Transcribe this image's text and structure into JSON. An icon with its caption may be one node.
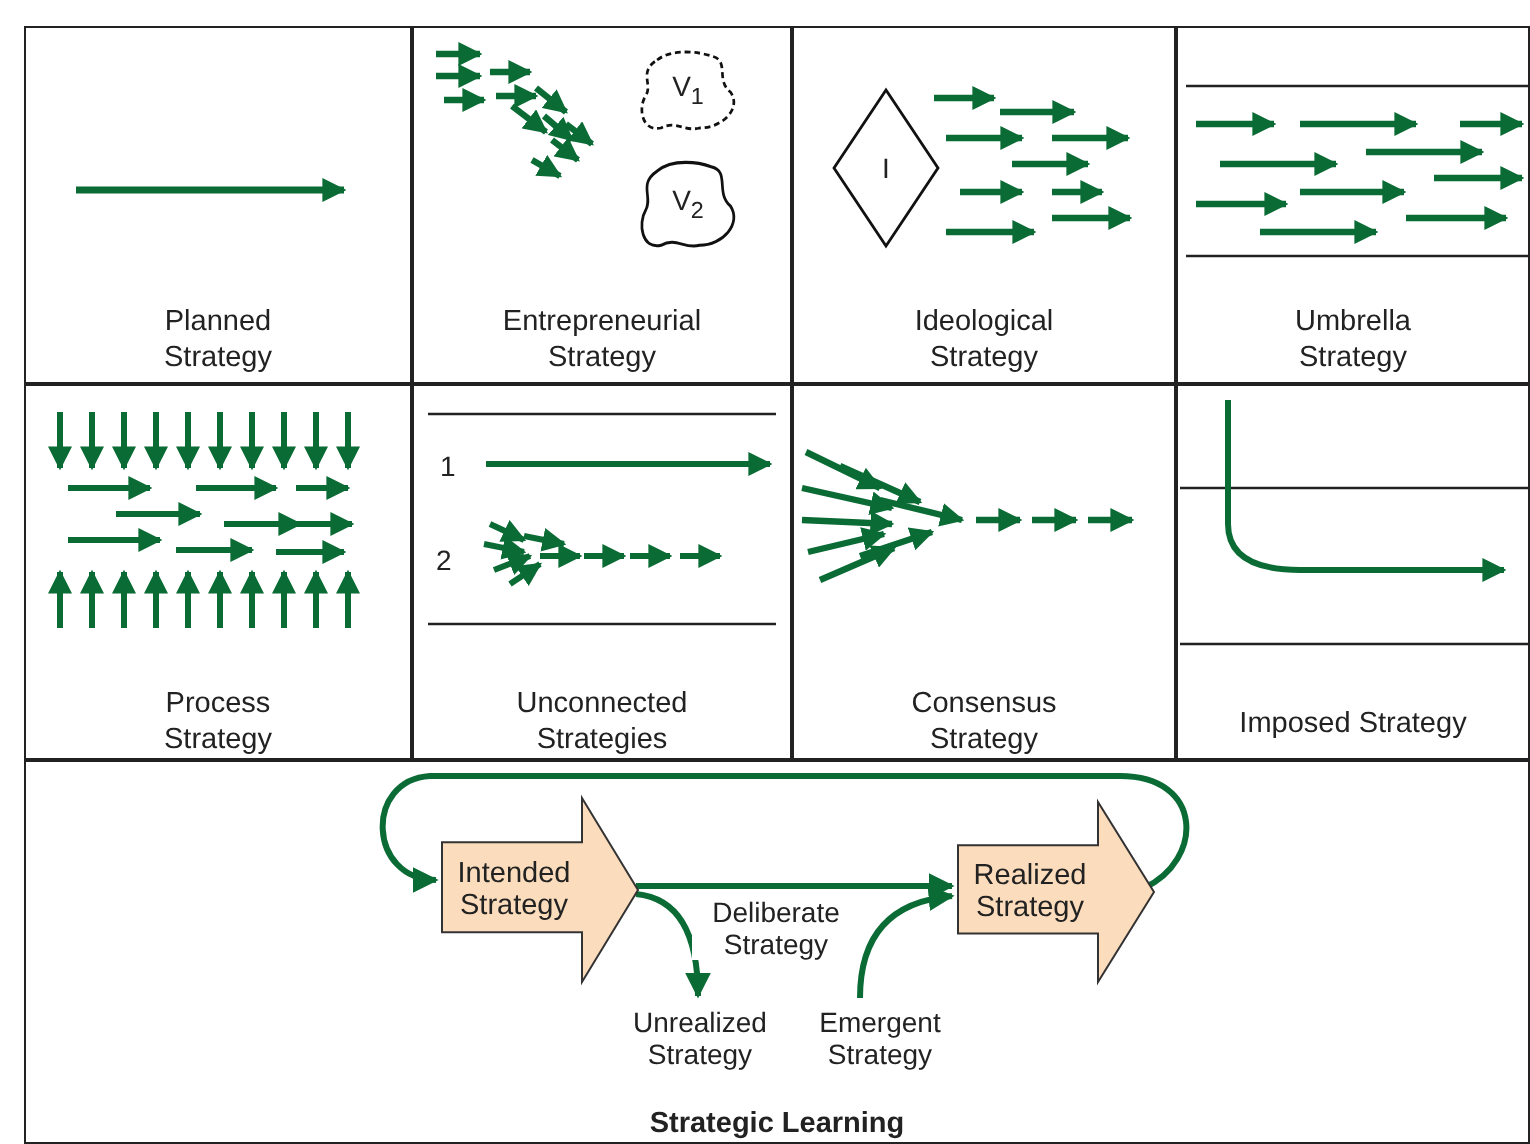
{
  "diagram": {
    "nodes": [
      {
        "text": [
          "Planned Strategy"
        ]
      },
      {
        "text": [
          "Entrepreneurial Strategy"
        ]
      },
      {
        "text": [
          "V$_{1}$"
        ],
        "in": 1
      },
      {
        "text": [
          "V$_{2}$"
        ],
        "in": 1
      },
      {
        "text": [
          "Ideological Strategy"
        ]
      },
      {
        "text": [
          "I"
        ],
        "in": 4
      },
      {
        "text": [
          "Umbrella Strategy"
        ]
      },
      {
        "text": [
          "Process Strategy"
        ]
      },
      {
        "text": [
          "Unconnected Strategies"
        ]
      },
      {
        "text": [
          "Consensus Strategy"
        ]
      },
      {
        "text": [
          "Imposed Strategy"
        ]
      },
      {
        "text": [
          "Strategic Learning"
        ]
      },
      {
        "text": [
          "Intended Strategy"
        ],
        "in": 11
      },
      {
        "text": [
          "Realized Strategy"
        ],
        "in": 11
      },
      {
        "text": [
          "Unrealized Strategy"
        ],
        "in": 11
      },
      {
        "text": [
          "Emergent Strategy"
        ],
        "in": 11
      }
    ],
    "edges": [
      {
        "from": 12,
        "to": 13,
        "arrow": "to",
        "label": "Deliberate Strategy"
      },
      {
        "from": 12,
        "to": 14,
        "arrow": "to"
      },
      {
        "from": 15,
        "to": 13,
        "arrow": "to"
      },
      {
        "from": 13,
        "to": 12,
        "arrow": "to"
      }
    ],
    "labels": [
      "1",
      "2"
    ]
  }
}
